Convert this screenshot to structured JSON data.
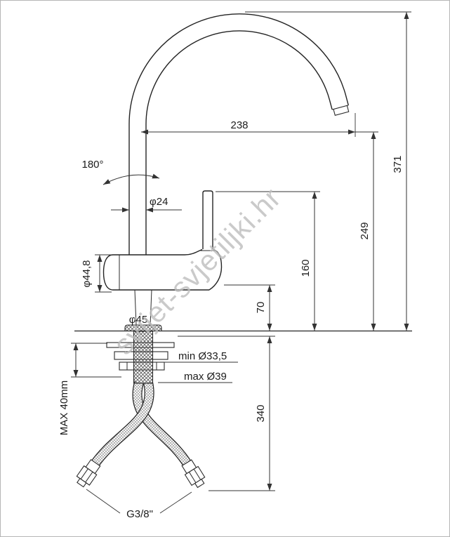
{
  "watermark": "svijet-svjetiljki.hr",
  "dims": {
    "spout_reach": "238",
    "total_height": "371",
    "outlet_height": "249",
    "handle_height": "160",
    "body_to_counter": "70",
    "hose_length": "340",
    "swivel": "180°",
    "pipe_d": "φ24",
    "body_d": "φ44,8",
    "base_d": "φ45",
    "hole_min": "min Ø33,5",
    "hole_max": "max Ø39",
    "counter_max": "MAX 40mm",
    "thread": "G3/8\""
  }
}
